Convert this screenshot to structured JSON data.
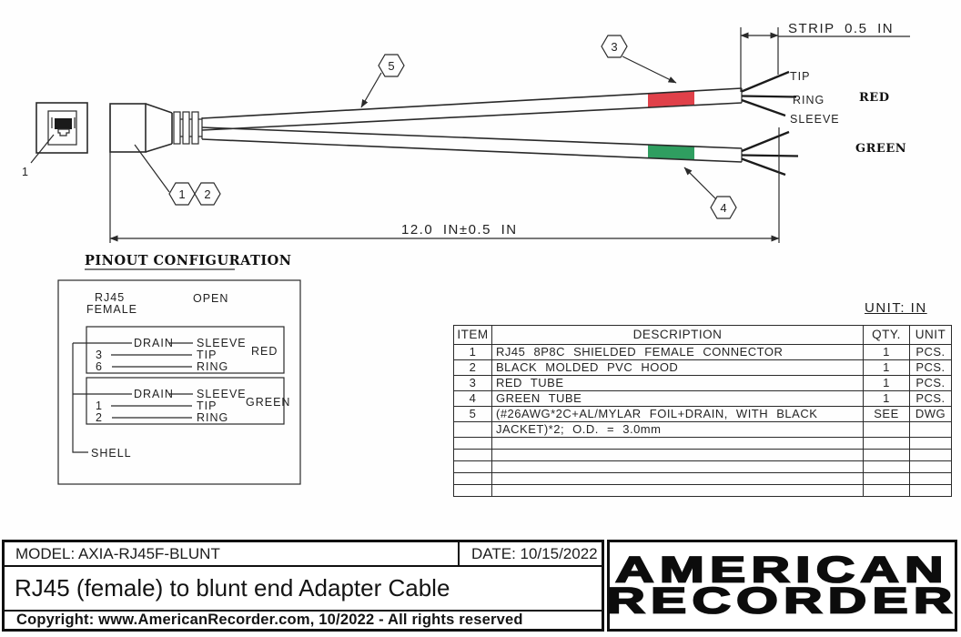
{
  "colors": {
    "red_tube": "#e04049",
    "green_tube": "#2f9e60",
    "ink": "#2a2a2a"
  },
  "diagram": {
    "jack_label": "1",
    "callout_1": "1",
    "callout_2": "2",
    "callout_3": "3",
    "callout_4": "4",
    "callout_5": "5",
    "strip_dim_label": "STRIP 0.5 IN",
    "length_dim_label": "12.0 IN±0.5 IN",
    "tip_label": "TIP",
    "ring_label": "RING",
    "sleeve_label": "SLEEVE",
    "red_wire_label": "RED",
    "green_wire_label": "GREEN"
  },
  "pinout": {
    "section_title": "PINOUT CONFIGURATION",
    "connector_name_line1": "RJ45",
    "connector_name_line2": "FEMALE",
    "far_end": "OPEN",
    "red_pair": {
      "drain": "DRAIN",
      "sleeve": "SLEEVE",
      "tip_pin": "3",
      "tip": "TIP",
      "ring_pin": "6",
      "ring": "RING",
      "color": "RED"
    },
    "green_pair": {
      "drain": "DRAIN",
      "sleeve": "SLEEVE",
      "tip_pin": "1",
      "tip": "TIP",
      "ring_pin": "2",
      "ring": "RING",
      "color": "GREEN"
    },
    "shell_label": "SHELL"
  },
  "bom": {
    "unit_note": "UNIT: IN",
    "headers": {
      "item": "ITEM",
      "description": "DESCRIPTION",
      "qty": "QTY.",
      "unit": "UNIT"
    },
    "rows": [
      {
        "item": "1",
        "description": "RJ45 8P8C SHIELDED FEMALE CONNECTOR",
        "qty": "1",
        "unit": "PCS."
      },
      {
        "item": "2",
        "description": "BLACK MOLDED PVC HOOD",
        "qty": "1",
        "unit": "PCS."
      },
      {
        "item": "3",
        "description": "RED TUBE",
        "qty": "1",
        "unit": "PCS."
      },
      {
        "item": "4",
        "description": "GREEN TUBE",
        "qty": "1",
        "unit": "PCS."
      },
      {
        "item": "5",
        "description": "(#26AWG*2C+AL/MYLAR FOIL+DRAIN, WITH BLACK",
        "qty": "SEE",
        "unit": "DWG"
      },
      {
        "item": "",
        "description": "JACKET)*2; O.D. = 3.0mm",
        "qty": "",
        "unit": ""
      }
    ]
  },
  "title_block": {
    "model": "MODEL: AXIA-RJ45F-BLUNT",
    "date": "DATE: 10/15/2022",
    "drawing_title": "RJ45 (female) to blunt end Adapter Cable",
    "copyright": "Copyright: www.AmericanRecorder.com, 10/2022 - All rights reserved",
    "brand_line1": "AMERICAN",
    "brand_line2": "RECORDER"
  }
}
